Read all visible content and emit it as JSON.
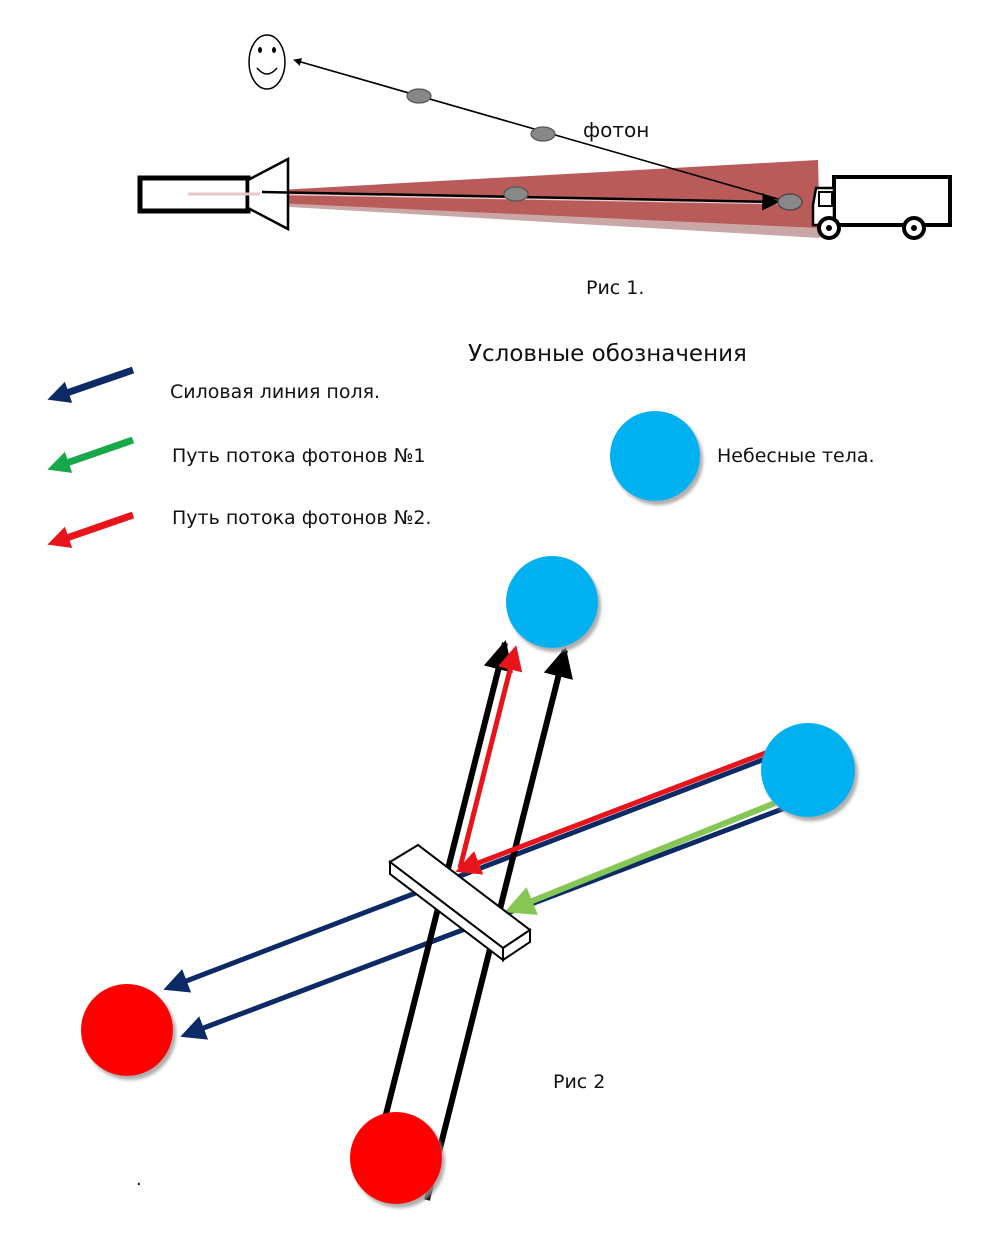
{
  "figure1": {
    "photon_label": "фотон",
    "caption": "Рис 1."
  },
  "legend": {
    "title": "Условные обозначения",
    "items": [
      {
        "label": "Силовая линия поля.",
        "color": "#0b2a66"
      },
      {
        "label": "Путь потока фотонов №1",
        "color": "#18a84a"
      },
      {
        "label": "Путь потока фотонов  №2.",
        "color": "#e8141b"
      }
    ],
    "body_label": "Небесные тела."
  },
  "figure2": {
    "caption": "Рис 2",
    "footnote": "."
  },
  "colors": {
    "field_line": "#0b2a66",
    "photon_path_1": "#86c655",
    "photon_path_2": "#e8141b",
    "celestial_body": "#00b0ef",
    "red_body": "#ff0000",
    "beam": "#b5524f",
    "photon": "#888888"
  }
}
